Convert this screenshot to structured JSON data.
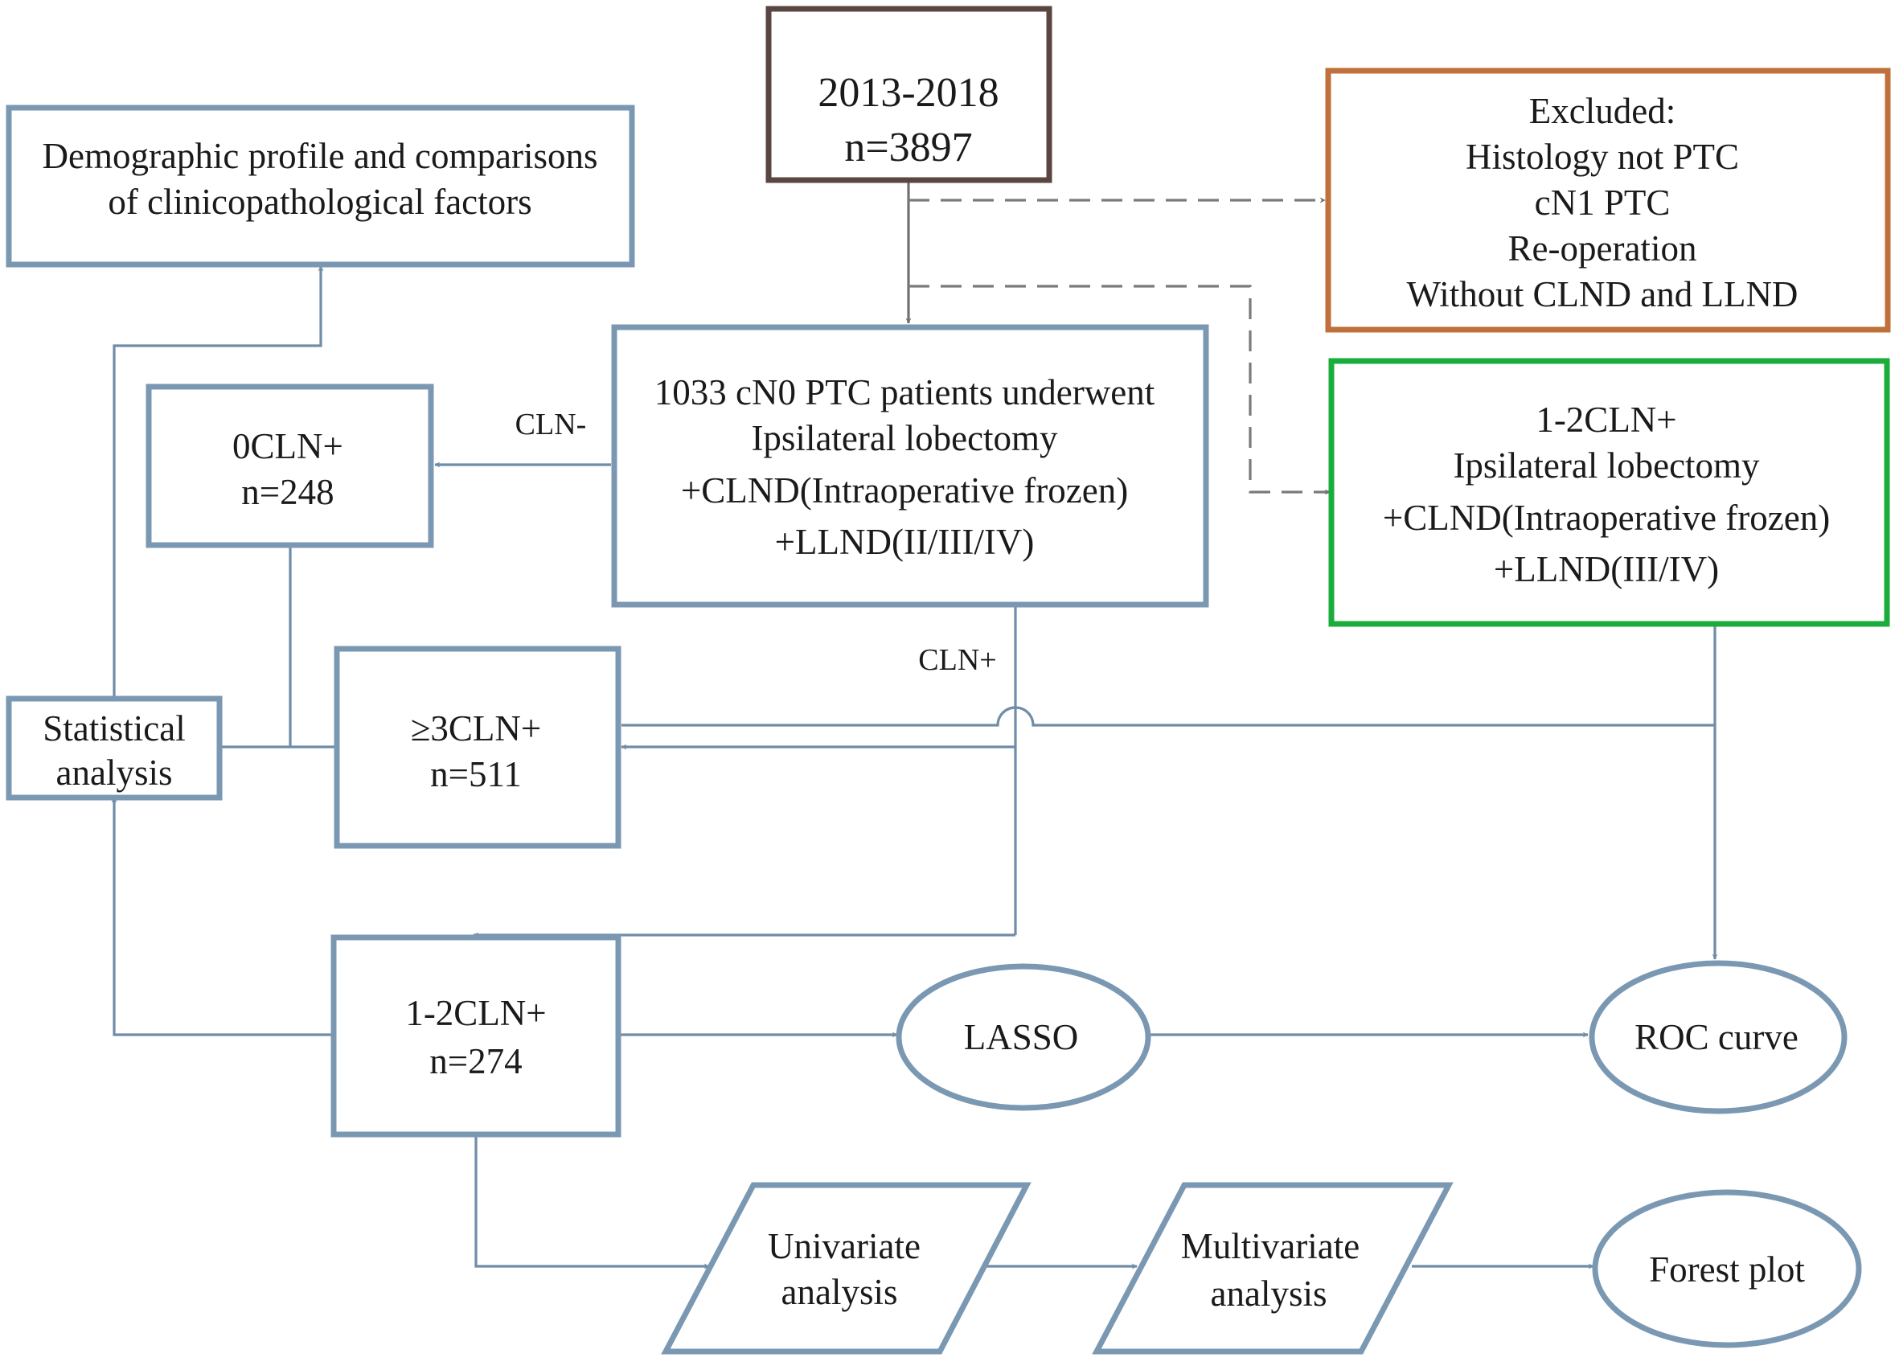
{
  "nodes": {
    "start": {
      "lines": [
        "2013-2018",
        "n=3897"
      ]
    },
    "excluded": {
      "lines": [
        "Excluded:",
        "Histology not PTC",
        "cN1 PTC",
        "Re-operation",
        "Without CLND and LLND"
      ]
    },
    "validation": {
      "lines": [
        "1-2CLN+",
        "Ipsilateral lobectomy",
        "+CLND(Intraoperative frozen)",
        "+LLND(III/IV)"
      ]
    },
    "cohort": {
      "lines": [
        "1033 cN0 PTC patients underwent",
        "Ipsilateral lobectomy",
        "+CLND(Intraoperative frozen)",
        "+LLND(II/III/IV)"
      ]
    },
    "demographic": {
      "lines": [
        "Demographic profile and comparisons",
        "of clinicopathological factors"
      ]
    },
    "cln0": {
      "lines": [
        "0CLN+",
        "n=248"
      ]
    },
    "cln3": {
      "lines": [
        "≥3CLN+",
        "n=511"
      ]
    },
    "stats": {
      "lines": [
        "Statistical",
        "analysis"
      ]
    },
    "cln12": {
      "lines": [
        "1-2CLN+",
        "n=274"
      ]
    },
    "lasso": {
      "lines": [
        "LASSO"
      ]
    },
    "roc": {
      "lines": [
        "ROC curve"
      ]
    },
    "univariate": {
      "lines": [
        "Univariate",
        "analysis"
      ]
    },
    "multivariate": {
      "lines": [
        "Multivariate",
        "analysis"
      ]
    },
    "forest": {
      "lines": [
        "Forest plot"
      ]
    }
  },
  "edge_labels": {
    "cln_neg": "CLN-",
    "cln_pos": "CLN+"
  },
  "colors": {
    "box_border": "#7b98b3",
    "start_border": "#5a4640",
    "excluded_border": "#c0703a",
    "validation_border": "#1aad3c",
    "connector": "#6f8ca8",
    "dashed_connector": "#7a7a7a"
  }
}
